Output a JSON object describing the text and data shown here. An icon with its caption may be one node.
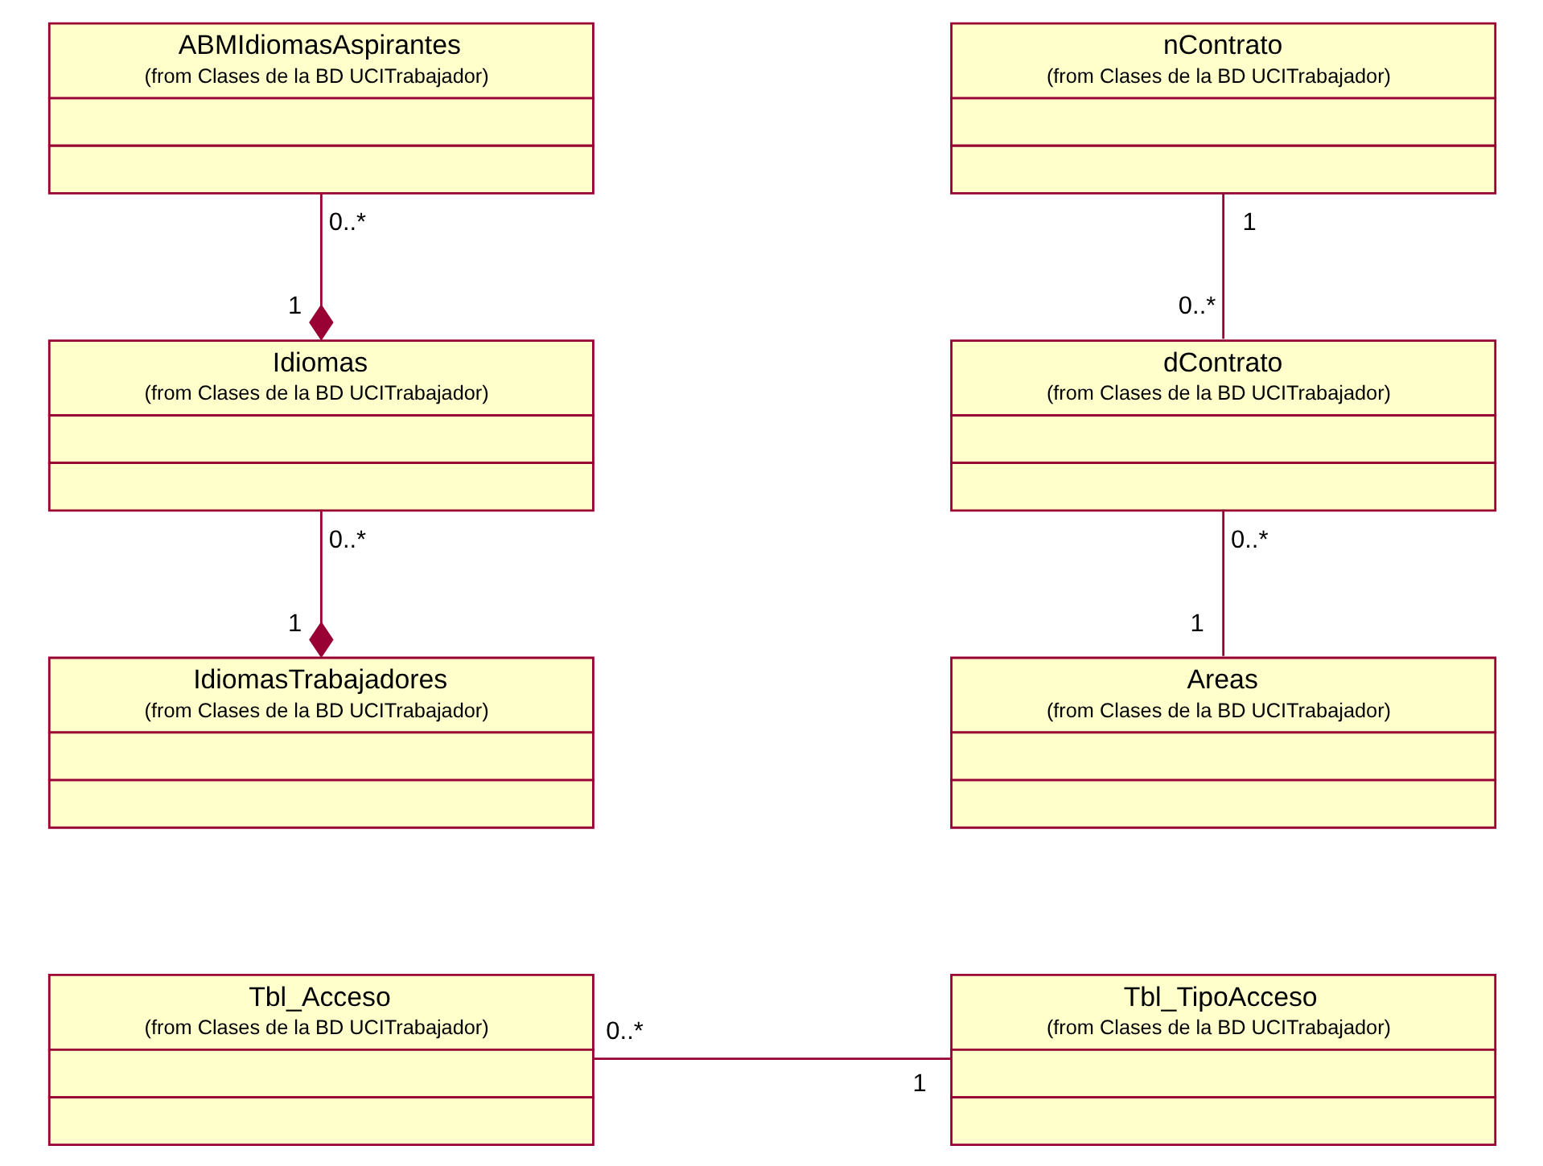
{
  "diagram": {
    "nodes": [
      {
        "text": [
          "ABMIdiomasAspirantes",
          "(from Clases de la BD UCITrabajador)"
        ]
      },
      {
        "text": [
          "nContrato",
          "(from Clases de la BD UCITrabajador)"
        ]
      },
      {
        "text": [
          "Idiomas",
          "(from Clases de la BD UCITrabajador)"
        ]
      },
      {
        "text": [
          "dContrato",
          "(from Clases de la BD UCITrabajador)"
        ]
      },
      {
        "text": [
          "IdiomasTrabajadores",
          "(from Clases de la BD UCITrabajador)"
        ]
      },
      {
        "text": [
          "Areas",
          "(from Clases de la BD UCITrabajador)"
        ]
      },
      {
        "text": [
          "Tbl_Acceso",
          "(from Clases de la BD UCITrabajador)"
        ]
      },
      {
        "text": [
          "Tbl_TipoAcceso",
          "(from Clases de la BD UCITrabajador)"
        ]
      }
    ],
    "edges": [
      {
        "from": 0,
        "to": 2,
        "arrow": "other"
      },
      {
        "from": 1,
        "to": 3,
        "arrow": "none"
      },
      {
        "from": 2,
        "to": 4,
        "arrow": "other"
      },
      {
        "from": 3,
        "to": 5,
        "arrow": "none"
      },
      {
        "from": 6,
        "to": 7,
        "arrow": "none"
      }
    ],
    "labels": [
      "0..*",
      "1",
      "1",
      "0..*",
      "0..*",
      "0..*",
      "1",
      "1",
      "0..*",
      "1"
    ]
  }
}
